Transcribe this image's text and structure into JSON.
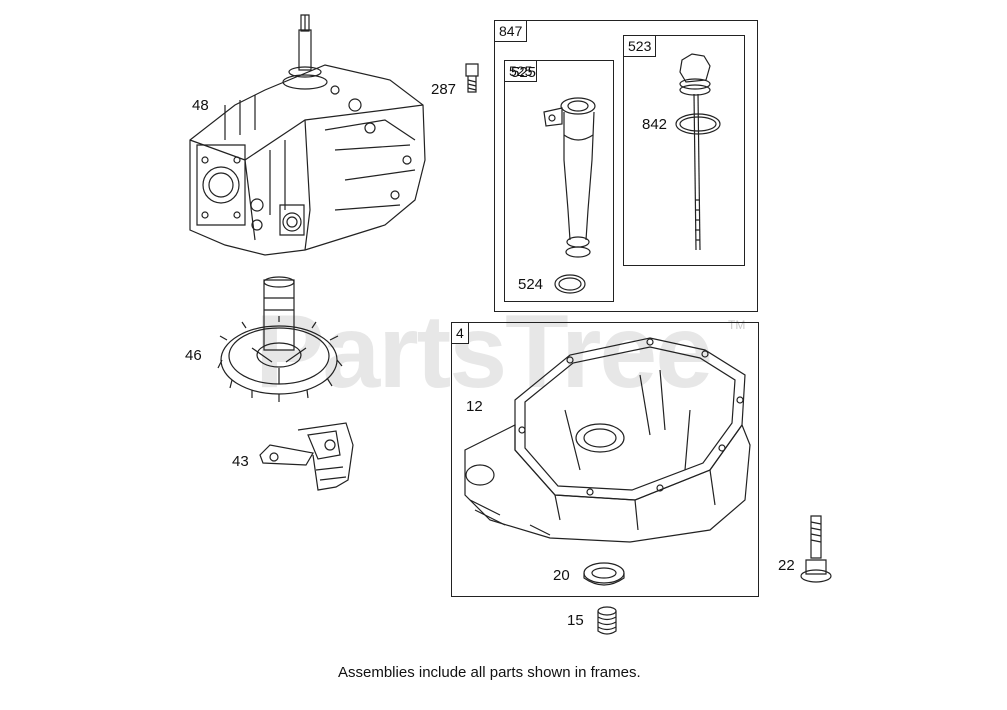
{
  "parts": {
    "p48": "48",
    "p287": "287",
    "p46": "46",
    "p43": "43",
    "p525": "525",
    "p524": "524",
    "p523": "523",
    "p842": "842",
    "p12": "12",
    "p20": "20",
    "p15": "15",
    "p22": "22"
  },
  "frames": {
    "f847": "847",
    "f525": "525",
    "f523": "523",
    "f4": "4"
  },
  "watermark": {
    "text": "PartsTree",
    "trademark": "TM"
  },
  "caption": "Assemblies include all parts shown in frames.",
  "colors": {
    "line": "#222222",
    "background": "#ffffff"
  }
}
